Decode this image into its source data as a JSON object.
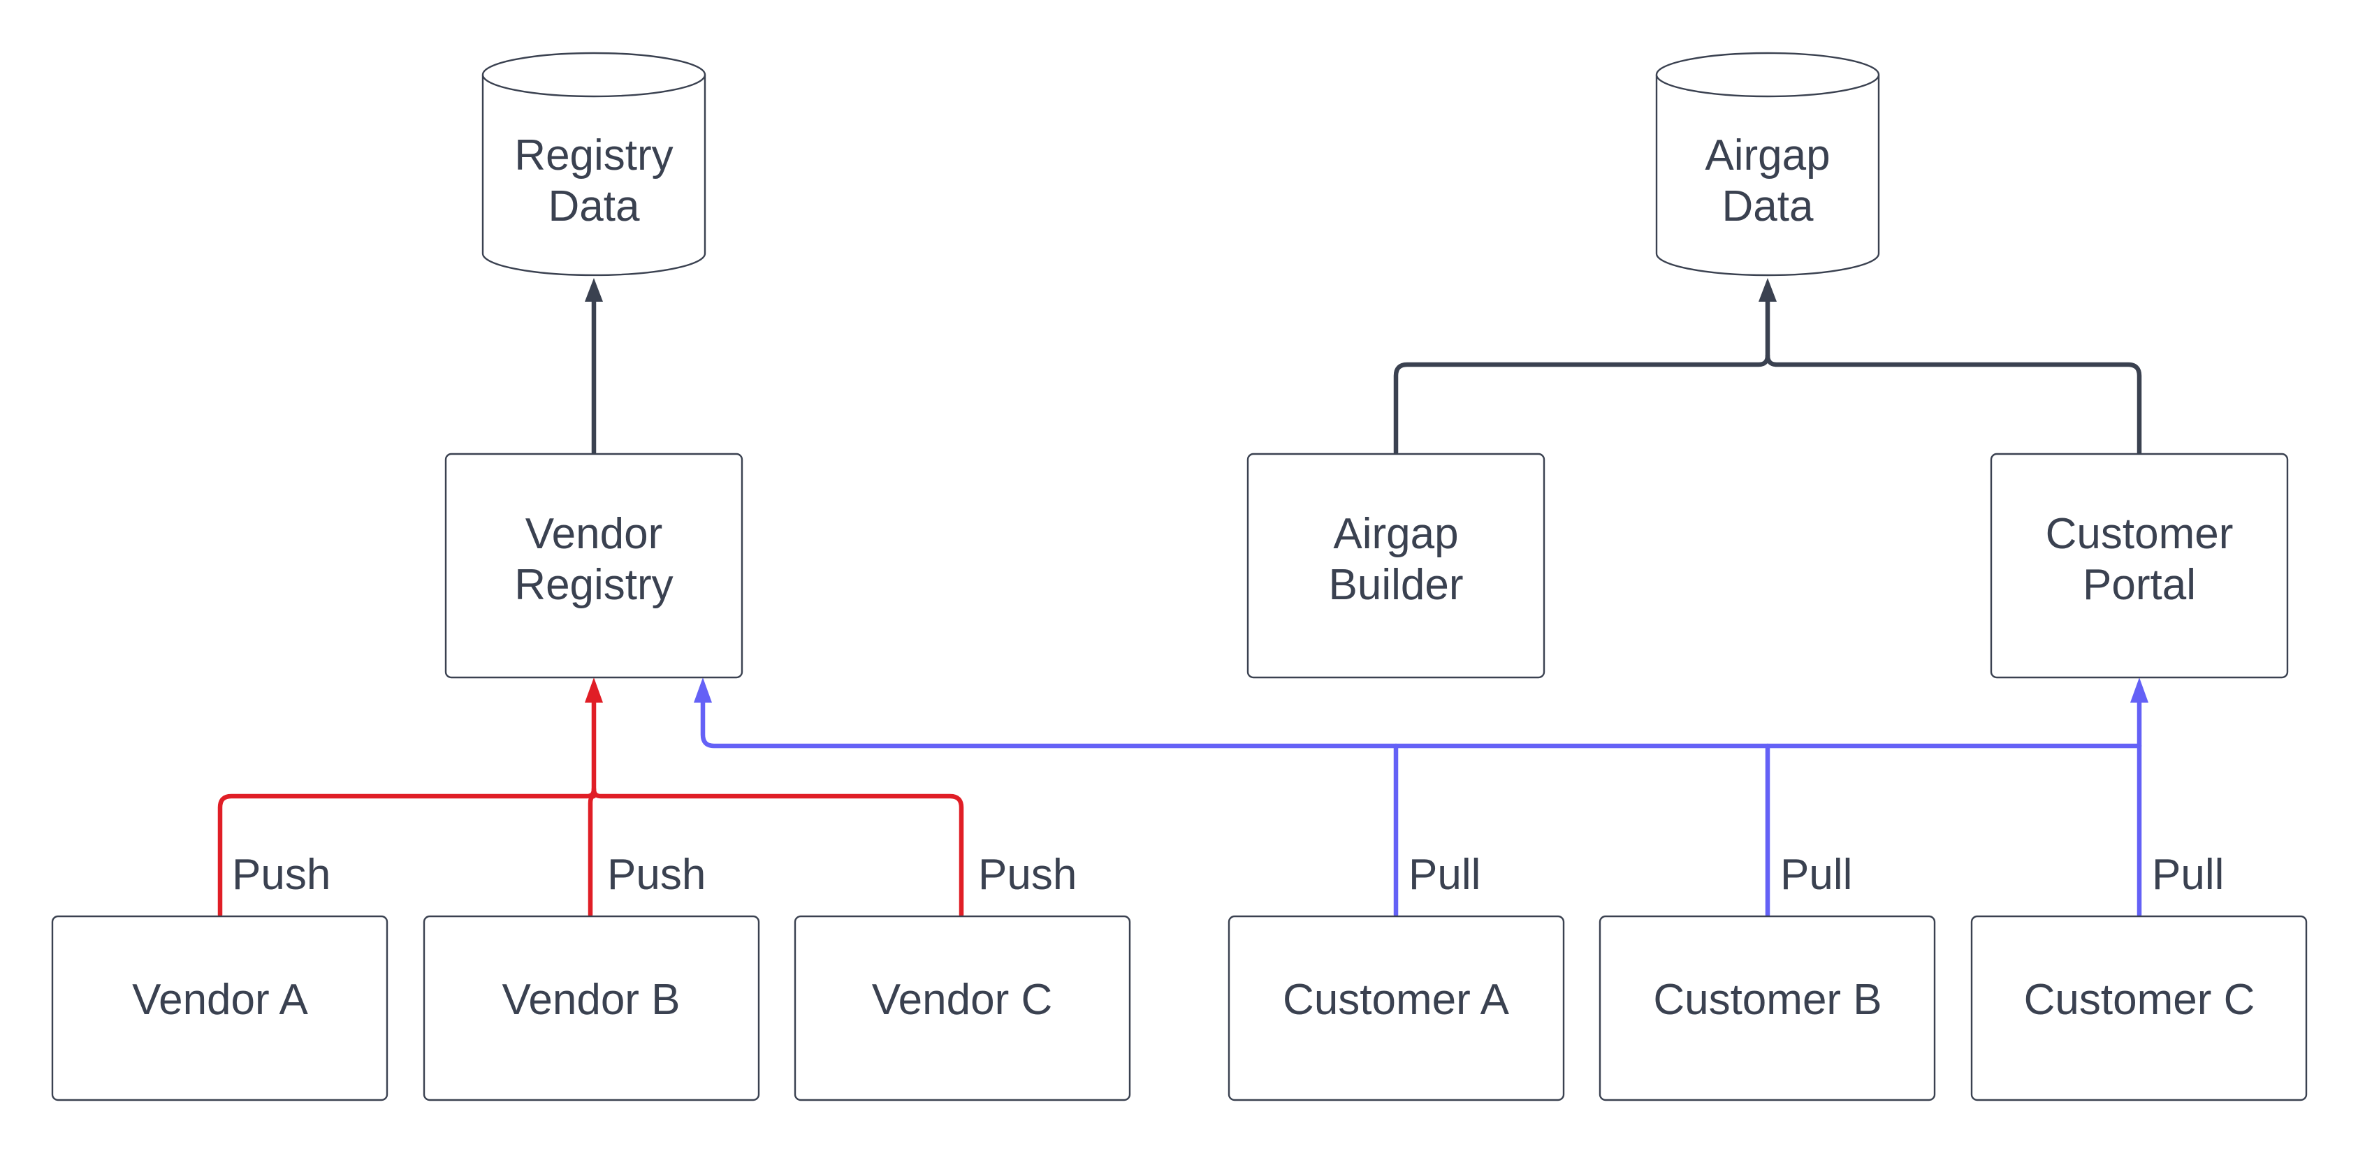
{
  "colors": {
    "ink": "#3a4150",
    "push": "#e01e26",
    "pull": "#6461f6",
    "data": "#3a4150"
  },
  "nodes": {
    "registry_data": {
      "lines": [
        "Registry",
        "Data"
      ],
      "shape": "cylinder"
    },
    "airgap_data": {
      "lines": [
        "Airgap",
        "Data"
      ],
      "shape": "cylinder"
    },
    "vendor_registry": {
      "lines": [
        "Vendor",
        "Registry"
      ],
      "shape": "box"
    },
    "airgap_builder": {
      "lines": [
        "Airgap",
        "Builder"
      ],
      "shape": "box"
    },
    "customer_portal": {
      "lines": [
        "Customer",
        "Portal"
      ],
      "shape": "box"
    },
    "vendor_a": {
      "lines": [
        "Vendor A"
      ],
      "shape": "box"
    },
    "vendor_b": {
      "lines": [
        "Vendor B"
      ],
      "shape": "box"
    },
    "vendor_c": {
      "lines": [
        "Vendor C"
      ],
      "shape": "box"
    },
    "customer_a": {
      "lines": [
        "Customer A"
      ],
      "shape": "box"
    },
    "customer_b": {
      "lines": [
        "Customer B"
      ],
      "shape": "box"
    },
    "customer_c": {
      "lines": [
        "Customer C"
      ],
      "shape": "box"
    }
  },
  "edges": [
    {
      "from": "vendor_registry",
      "to": "registry_data",
      "label": "",
      "kind": "data"
    },
    {
      "from": "airgap_builder",
      "to": "airgap_data",
      "label": "",
      "kind": "data"
    },
    {
      "from": "customer_portal",
      "to": "airgap_data",
      "label": "",
      "kind": "data"
    },
    {
      "from": "vendor_a",
      "to": "vendor_registry",
      "label": "Push",
      "kind": "push"
    },
    {
      "from": "vendor_b",
      "to": "vendor_registry",
      "label": "Push",
      "kind": "push"
    },
    {
      "from": "vendor_c",
      "to": "vendor_registry",
      "label": "Push",
      "kind": "push"
    },
    {
      "from": "customer_a",
      "to": "vendor_registry",
      "label": "Pull",
      "kind": "pull"
    },
    {
      "from": "customer_b",
      "to": "vendor_registry",
      "label": "Pull",
      "kind": "pull"
    },
    {
      "from": "customer_c",
      "to": "customer_portal",
      "label": "Pull",
      "kind": "pull"
    }
  ]
}
